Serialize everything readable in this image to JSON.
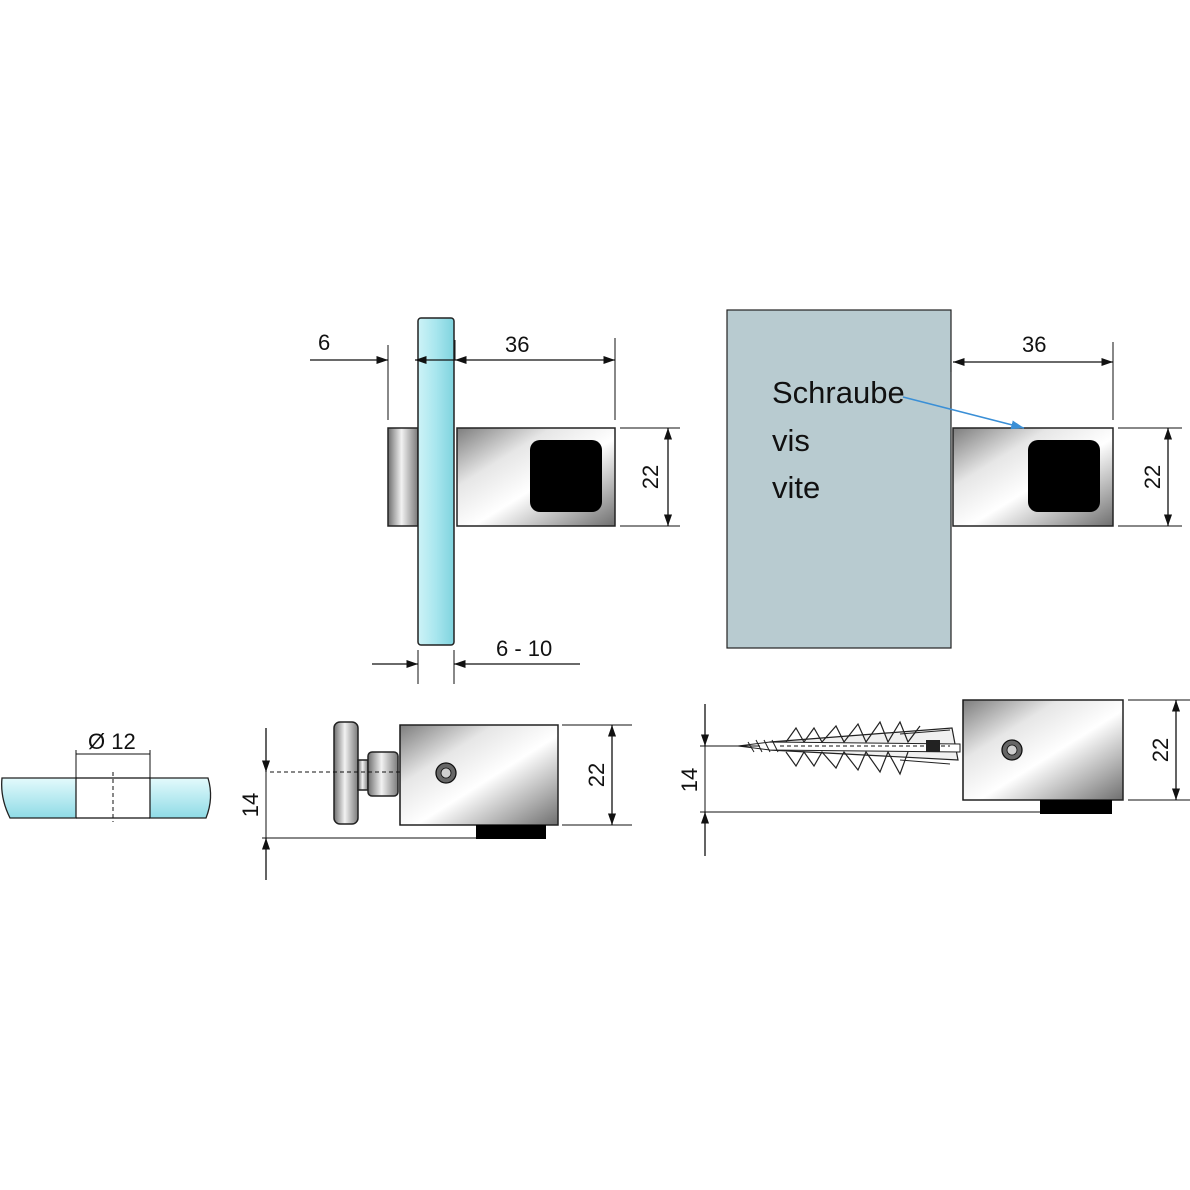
{
  "diagram": {
    "front_view": {
      "dim_left": "6",
      "dim_right": "36",
      "dim_height": "22",
      "dim_glass": "6 - 10"
    },
    "wall_view": {
      "dim_right": "36",
      "dim_height": "22",
      "label_lines": [
        "Schraube",
        "vis",
        "vite"
      ]
    },
    "glass_section": {
      "hole_label": "Ø 12"
    },
    "side_view_glass": {
      "dim_axis": "14",
      "dim_height": "22"
    },
    "side_view_wall": {
      "dim_axis": "14",
      "dim_height": "22"
    },
    "colors": {
      "glass": "#a8e6ee",
      "wall": "#b8cbd0",
      "arrow": "#3a8fd6",
      "insert": "#000000"
    }
  }
}
